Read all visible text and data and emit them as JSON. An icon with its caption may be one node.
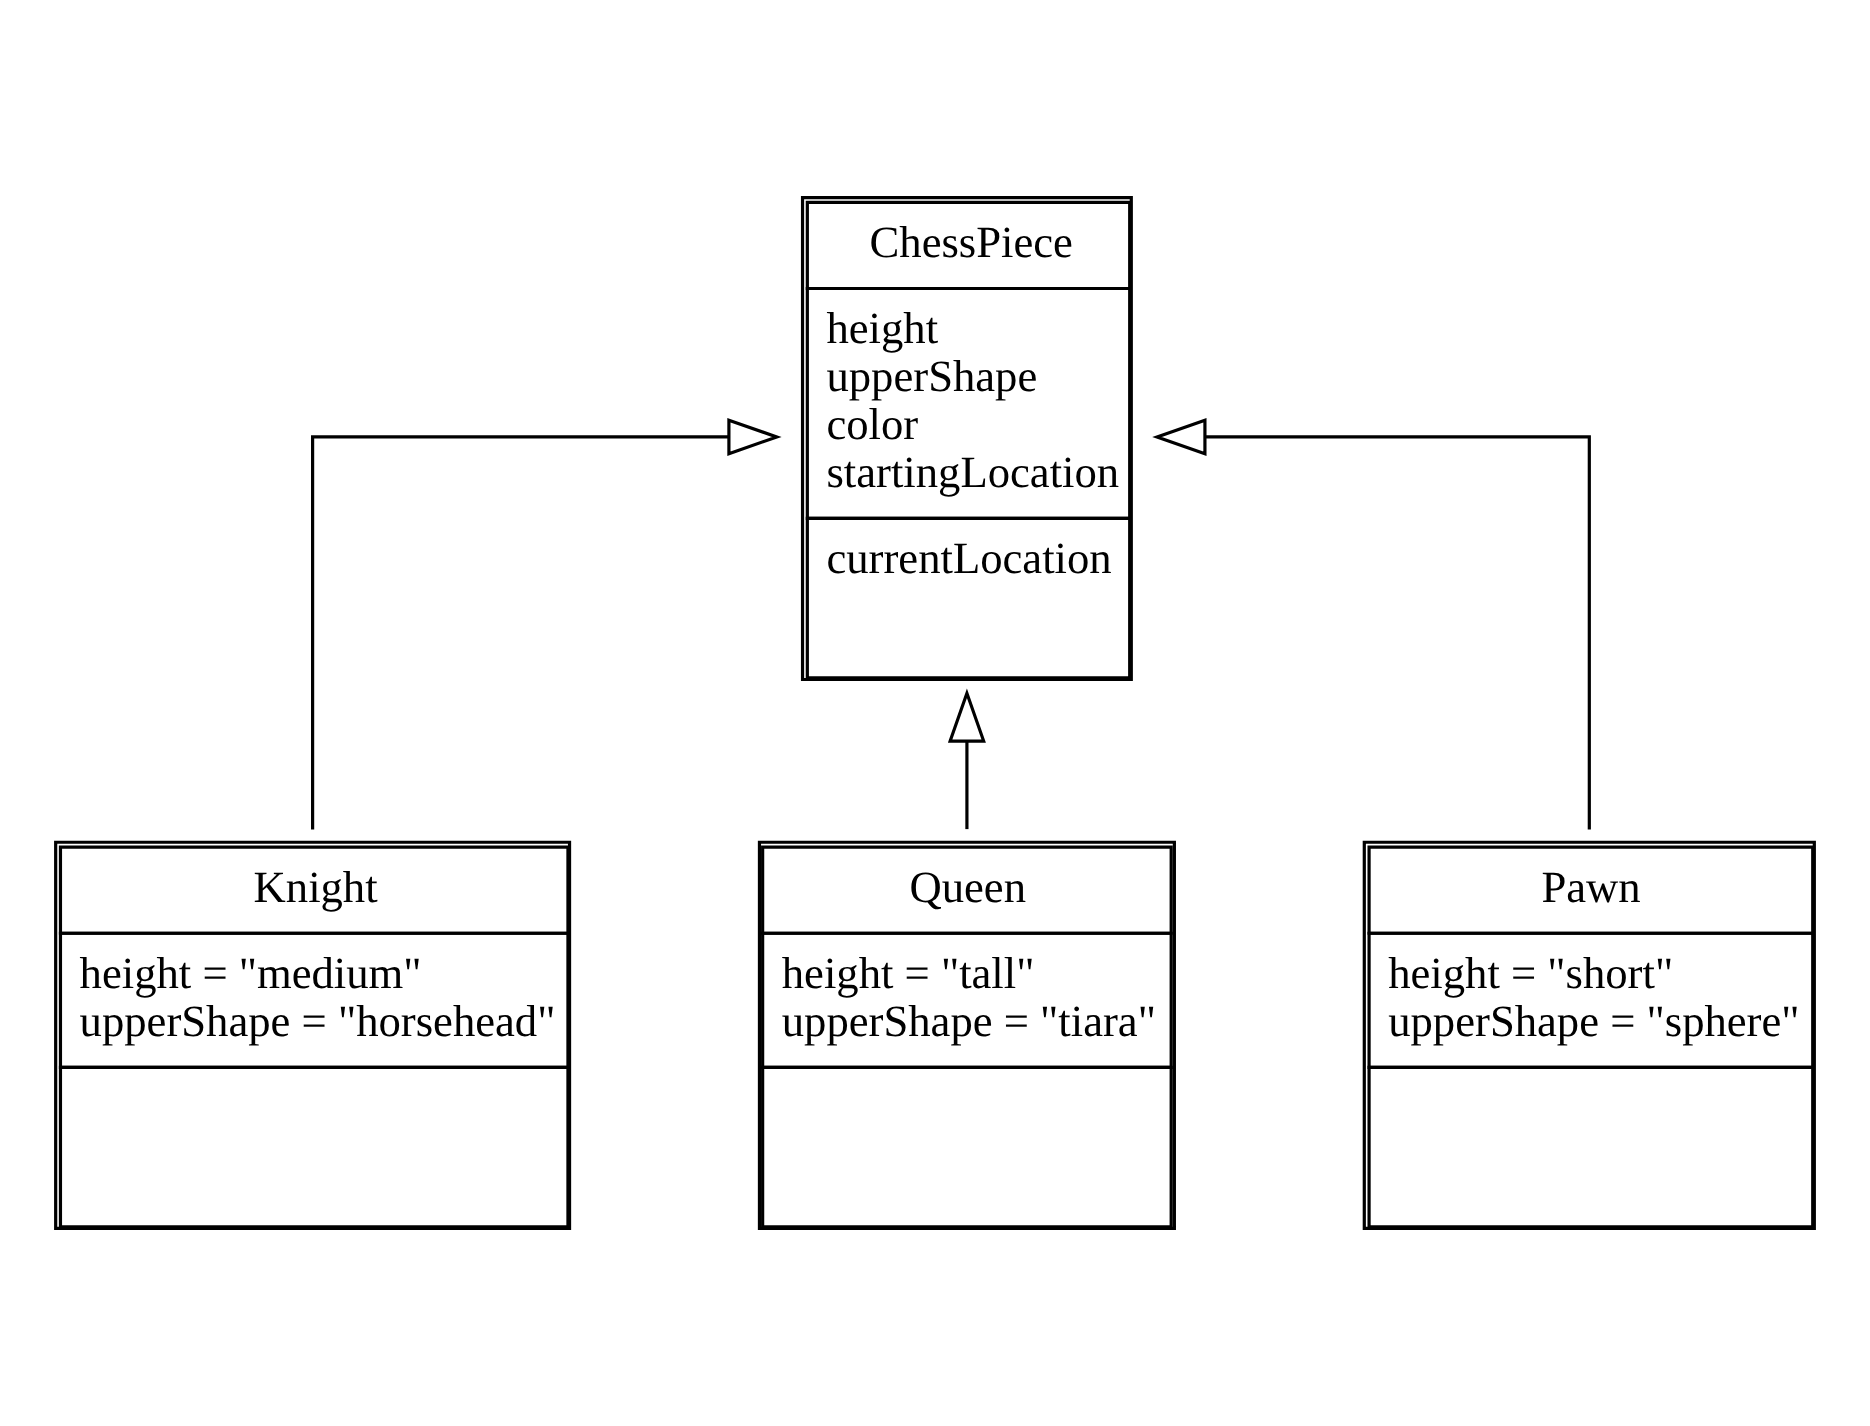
{
  "diagram": {
    "nodes": [
      {
        "text": [
          "ChessPiece",
          "height",
          "upperShape",
          "color",
          "startingLocation",
          "currentLocation"
        ]
      },
      {
        "text": [
          "Knight",
          "height = \"medium\"",
          "upperShape = \"horsehead\""
        ]
      },
      {
        "text": [
          "Queen",
          "height = \"tall\"",
          "upperShape = \"tiara\""
        ]
      },
      {
        "text": [
          "Pawn",
          "height = \"short\"",
          "upperShape = \"sphere\""
        ]
      }
    ],
    "edges": [
      {
        "from": 1,
        "to": 0,
        "arrow": "to"
      },
      {
        "from": 2,
        "to": 0,
        "arrow": "to"
      },
      {
        "from": 3,
        "to": 0,
        "arrow": "to"
      }
    ]
  }
}
